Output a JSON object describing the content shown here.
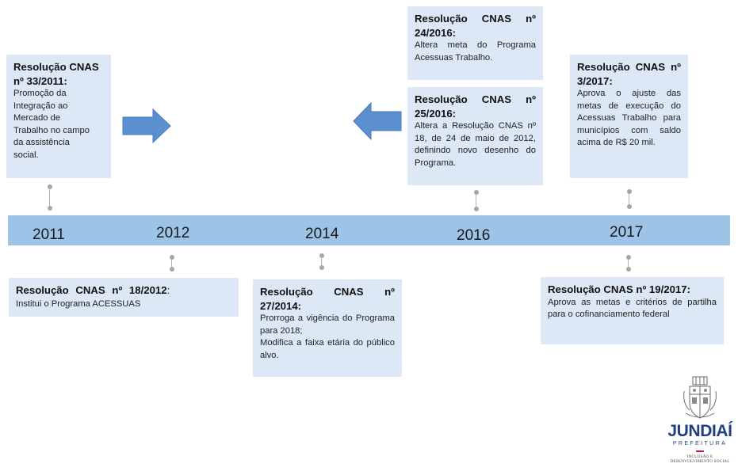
{
  "colors": {
    "box_bg": "#dce8f5",
    "timeline_band": "#9dc3e6",
    "arrow": "#5b8fcf",
    "connector": "#b5b5b5",
    "logo_blue": "#1f3f82"
  },
  "years": {
    "y2011": "2011",
    "y2012": "2012",
    "y2014": "2014",
    "y2016": "2016",
    "y2017": "2017"
  },
  "top": {
    "r33_2011": {
      "title": "Resolução CNAS nº 33/2011:",
      "lines": [
        "Promoção da",
        "Integração ao",
        "Mercado de",
        "Trabalho no campo",
        "da assistência",
        "social."
      ]
    },
    "r24_2016": {
      "title": "Resolução CNAS nº 24/2016:",
      "body": "Altera meta do Programa Acessuas Trabalho."
    },
    "r25_2016": {
      "title": "Resolução CNAS nº 25/2016:",
      "body": "Altera a Resolução CNAS nº 18, de 24 de maio de 2012, definindo novo desenho do Programa."
    },
    "r3_2017": {
      "title": "Resolução CNAS nº 3/2017:",
      "body": "Aprova o ajuste das metas de execução do Acessuas Trabalho para municípios com saldo acima de R$ 20 mil."
    }
  },
  "bottom": {
    "r18_2012": {
      "title": "Resolução CNAS nº 18/2012",
      "sep": ":",
      "body": "Institui o Programa ACESSUAS"
    },
    "r27_2014": {
      "title": "Resolução CNAS nº 27/2014:",
      "body1": "Prorroga a vigência do Programa para 2018;",
      "body2": "Modifica a faixa etária do público alvo."
    },
    "r19_2017": {
      "title": "Resolução CNAS nº 19/2017:",
      "body": "Aprova as metas e critérios de partilha para o cofinanciamento federal"
    }
  },
  "arrows": {
    "right": "arrow-right-icon",
    "left": "arrow-left-icon"
  },
  "logo": {
    "name": "JUNDIAÍ",
    "sub": "PREFEITURA",
    "dept_line1": "INCLUSÃO E",
    "dept_line2": "DESENVOLVIMENTO SOCIAL",
    "emblem": "coat-of-arms-icon"
  }
}
